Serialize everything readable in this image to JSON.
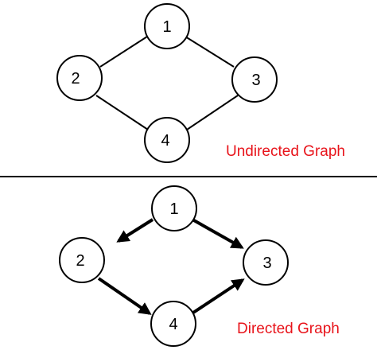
{
  "undirected": {
    "caption": "Undirected Graph",
    "nodes": [
      "1",
      "2",
      "3",
      "4"
    ],
    "edges": [
      [
        "1",
        "2"
      ],
      [
        "1",
        "3"
      ],
      [
        "2",
        "4"
      ],
      [
        "3",
        "4"
      ]
    ]
  },
  "directed": {
    "caption": "Directed Graph",
    "nodes": [
      "1",
      "2",
      "3",
      "4"
    ],
    "edges": [
      [
        "1",
        "2"
      ],
      [
        "1",
        "3"
      ],
      [
        "2",
        "4"
      ],
      [
        "4",
        "3"
      ]
    ]
  },
  "colors": {
    "caption": "#e8141b",
    "stroke": "#000000"
  }
}
